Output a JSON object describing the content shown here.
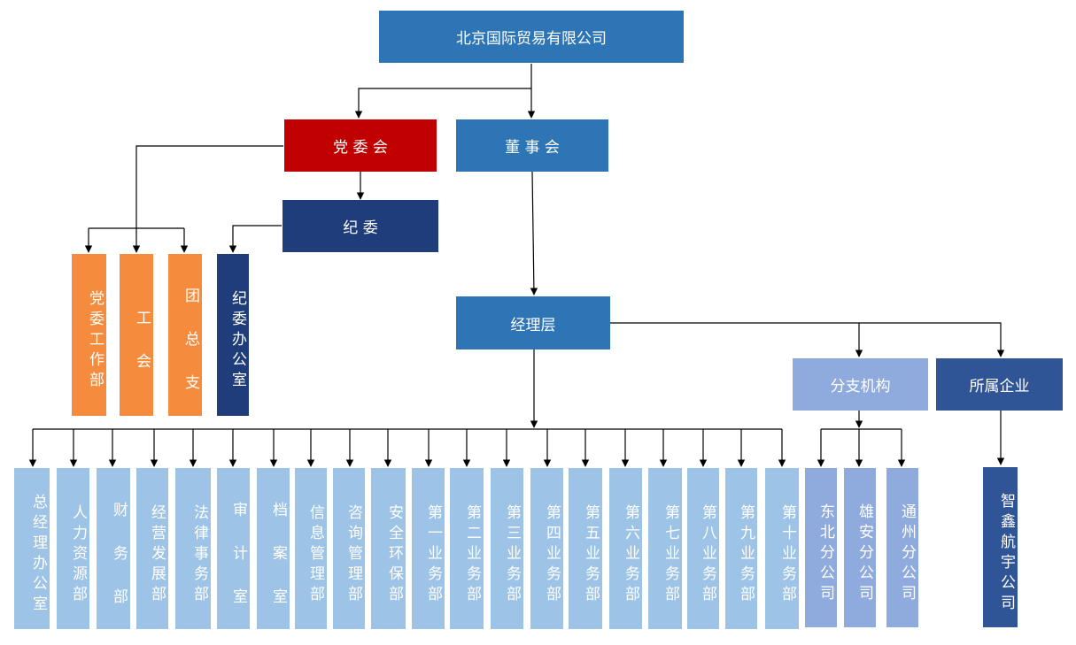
{
  "company": "北京国际贸易有限公司",
  "party_committee": "党 委 会",
  "board": "董 事 会",
  "discipline_committee": "纪   委",
  "management": "经理层",
  "branch_group": "分支机构",
  "affiliates_group": "所属企业",
  "party_units": [
    "党委工作部",
    "工 会",
    "团 总 支"
  ],
  "discipline_office": "纪委办公室",
  "departments": [
    "总经理办公室",
    "人力资源部",
    "财 务 部",
    "经营发展部",
    "法律事务部",
    "审 计 室",
    "档 案 室",
    "信息管理部",
    "咨询管理部",
    "安全环保部",
    "第一业务部",
    "第二业务部",
    "第三业务部",
    "第四业务部",
    "第五业务部",
    "第六业务部",
    "第七业务部",
    "第八业务部",
    "第九业务部",
    "第十业务部"
  ],
  "branches": [
    "东北分公司",
    "雄安分公司",
    "通州分公司"
  ],
  "affiliates": [
    "智鑫航宇公司"
  ],
  "colors": {
    "top": "#2e75b6",
    "party": "#c00000",
    "discipline": "#1f3d7a",
    "departments": "#9dc3e6",
    "party_units": "#f58b3c",
    "branches": "#8faadc",
    "affiliates": "#2f5597",
    "lines": "#000000"
  }
}
